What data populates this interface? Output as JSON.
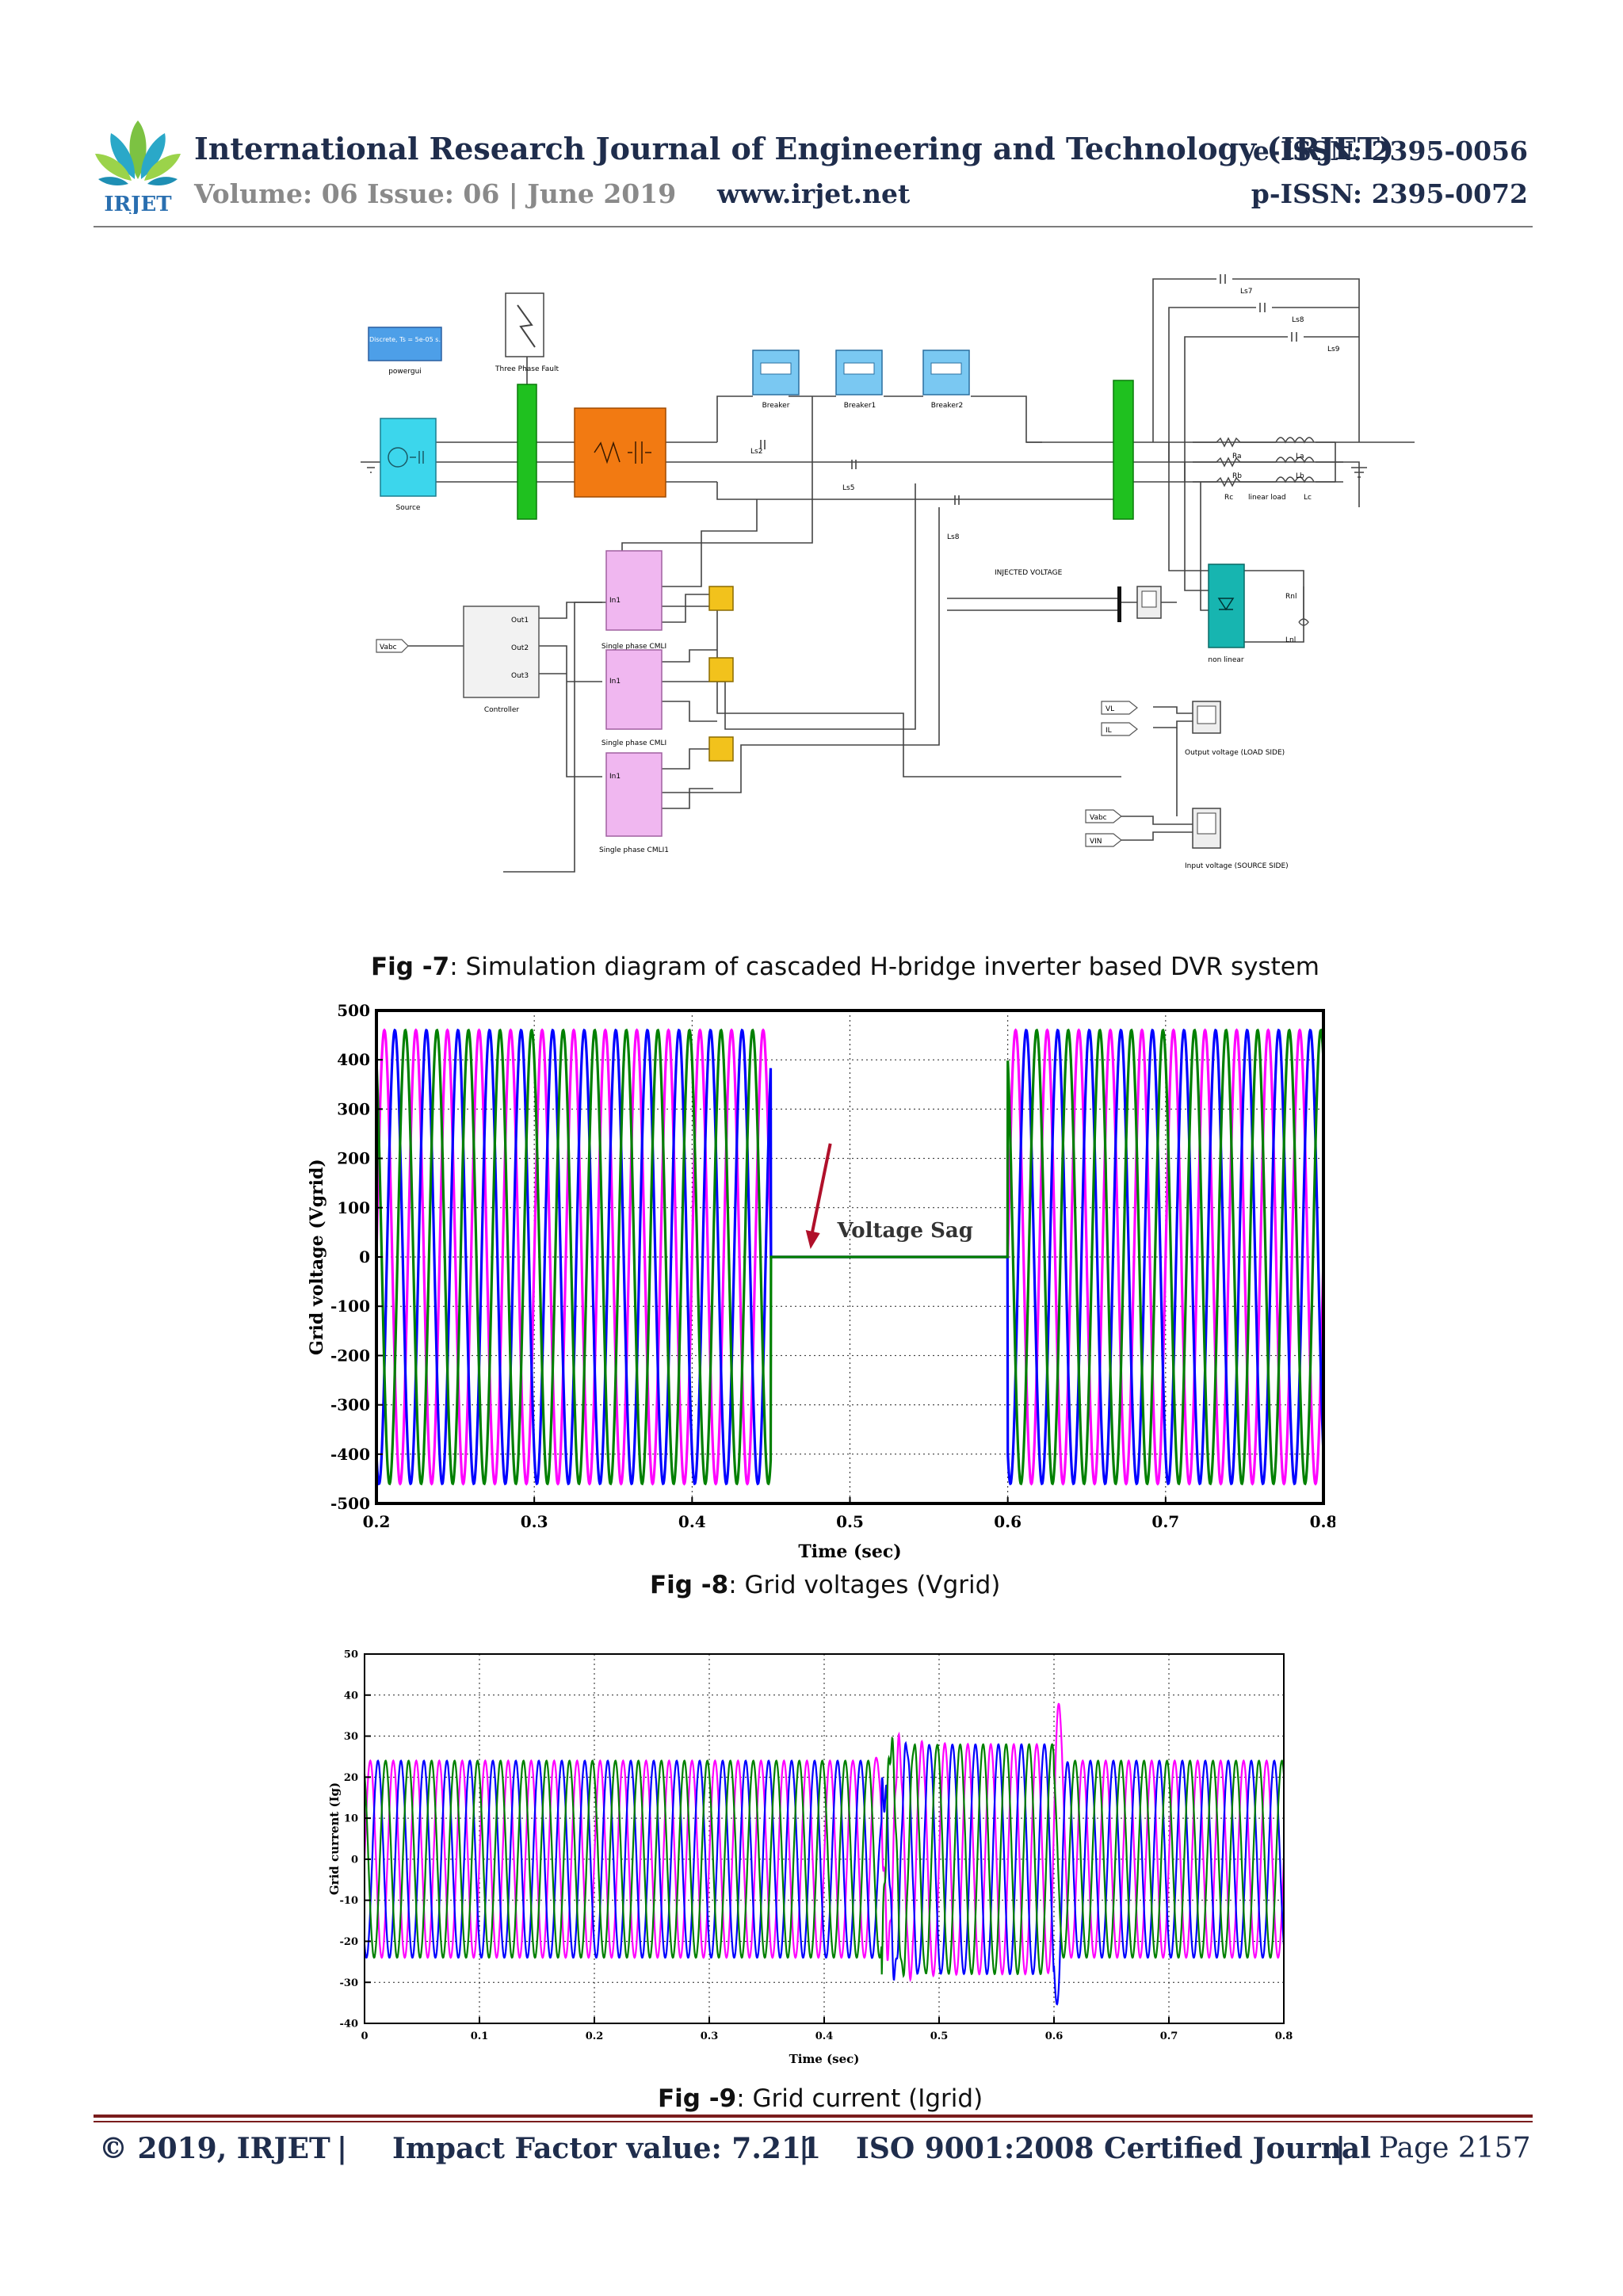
{
  "header": {
    "logo_text": "IRJET",
    "journal_title": "International Research Journal of Engineering and Technology (IRJET)",
    "e_issn": "e-ISSN: 2395-0056",
    "volume": "Volume: 06 Issue: 06 | June 2019",
    "website": "www.irjet.net",
    "p_issn": "p-ISSN: 2395-0072"
  },
  "fig7": {
    "caption_label": "Fig -7",
    "caption_text": ": Simulation diagram of cascaded H-bridge inverter based DVR system",
    "blocks": {
      "powergui": "powergui",
      "discrete": "Discrete, Ts = 5e-05 s.",
      "source": "Source",
      "fault": "Three Phase Fault",
      "breaker": "Breaker",
      "breaker1": "Breaker1",
      "breaker2": "Breaker2",
      "injected": "INJECTED VOLTAGE",
      "cmli1": "Single phase CMLI",
      "cmli2": "Single phase CMLI",
      "cmli3": "Single phase CMLI1",
      "controller": "Controller",
      "vabc": "Vabc",
      "nonlinear": "non linear",
      "linearload": "linear load",
      "out_voltage": "Output voltage (LOAD SIDE)",
      "in_voltage": "Input voltage (SOURCE SIDE)",
      "VL": "VL",
      "IL": "IL",
      "Vabc2": "Vabc",
      "VIN": "VIN",
      "La7": "Ls7",
      "La8": "Ls8",
      "La9": "Ls9",
      "Ls2": "Ls2",
      "Ls5": "Ls5",
      "Ls8": "Ls8",
      "Ra": "Ra",
      "Rb": "Rb",
      "Rc": "Rc",
      "La": "La",
      "Lb": "Lb",
      "Lc": "Lc",
      "Rnl": "Rnl",
      "Lnl": "Lnl",
      "out1": "Out1",
      "out2": "Out2",
      "out3": "Out3",
      "in1": "In1"
    }
  },
  "fig8": {
    "caption_label": "Fig -8",
    "caption_text": ": Grid voltages (Vgrid)"
  },
  "fig9": {
    "caption_label": "Fig -9",
    "caption_text": ": Grid current (Igrid)"
  },
  "chart_data": [
    {
      "type": "line",
      "title": "",
      "xlabel": "Time (sec)",
      "ylabel": "Grid voltage (Vgrid)",
      "xlim": [
        0.2,
        0.8
      ],
      "ylim": [
        -500,
        500
      ],
      "xticks": [
        "0.2",
        "0.3",
        "0.4",
        "0.5",
        "0.6",
        "0.7",
        "0.8"
      ],
      "yticks": [
        "500",
        "400",
        "300",
        "200",
        "100",
        "0",
        "-100",
        "-200",
        "-300",
        "-400",
        "-500"
      ],
      "grid": true,
      "annotation": "Voltage Sag",
      "frequency_hz": 50,
      "sag_interval": [
        0.45,
        0.6
      ],
      "series": [
        {
          "color": "#ff00ff",
          "amplitude": 460,
          "phase_deg": 0
        },
        {
          "color": "#0000ff",
          "amplitude": 460,
          "phase_deg": -120
        },
        {
          "color": "#008000",
          "amplitude": 460,
          "phase_deg": 120
        }
      ],
      "sag_amplitude": 0
    },
    {
      "type": "line",
      "title": "",
      "xlabel": "Time (sec)",
      "ylabel": "Grid current (Ig)",
      "xlim": [
        0,
        0.8
      ],
      "ylim": [
        -40,
        50
      ],
      "xticks": [
        "0",
        "0.1",
        "0.2",
        "0.3",
        "0.4",
        "0.5",
        "0.6",
        "0.7",
        "0.8"
      ],
      "yticks": [
        "50",
        "40",
        "30",
        "20",
        "10",
        "0",
        "-10",
        "-20",
        "-30",
        "-40"
      ],
      "grid": true,
      "frequency_hz": 50,
      "normal_amplitude": 24,
      "disturbed_interval": [
        0.45,
        0.6
      ],
      "disturbed_amplitude": 28,
      "peak_max": 42,
      "peak_min": -38,
      "series": [
        {
          "color": "#ff00ff",
          "phase_deg": 0
        },
        {
          "color": "#0000ff",
          "phase_deg": -120
        },
        {
          "color": "#008000",
          "phase_deg": 120
        }
      ]
    }
  ],
  "footer": {
    "copyright": "© 2019, IRJET",
    "sep1": "|",
    "impact": "Impact Factor value: 7.211",
    "sep2": "|",
    "iso": "ISO 9001:2008 Certified Journal",
    "sep3": "|",
    "page": "Page 2157"
  }
}
